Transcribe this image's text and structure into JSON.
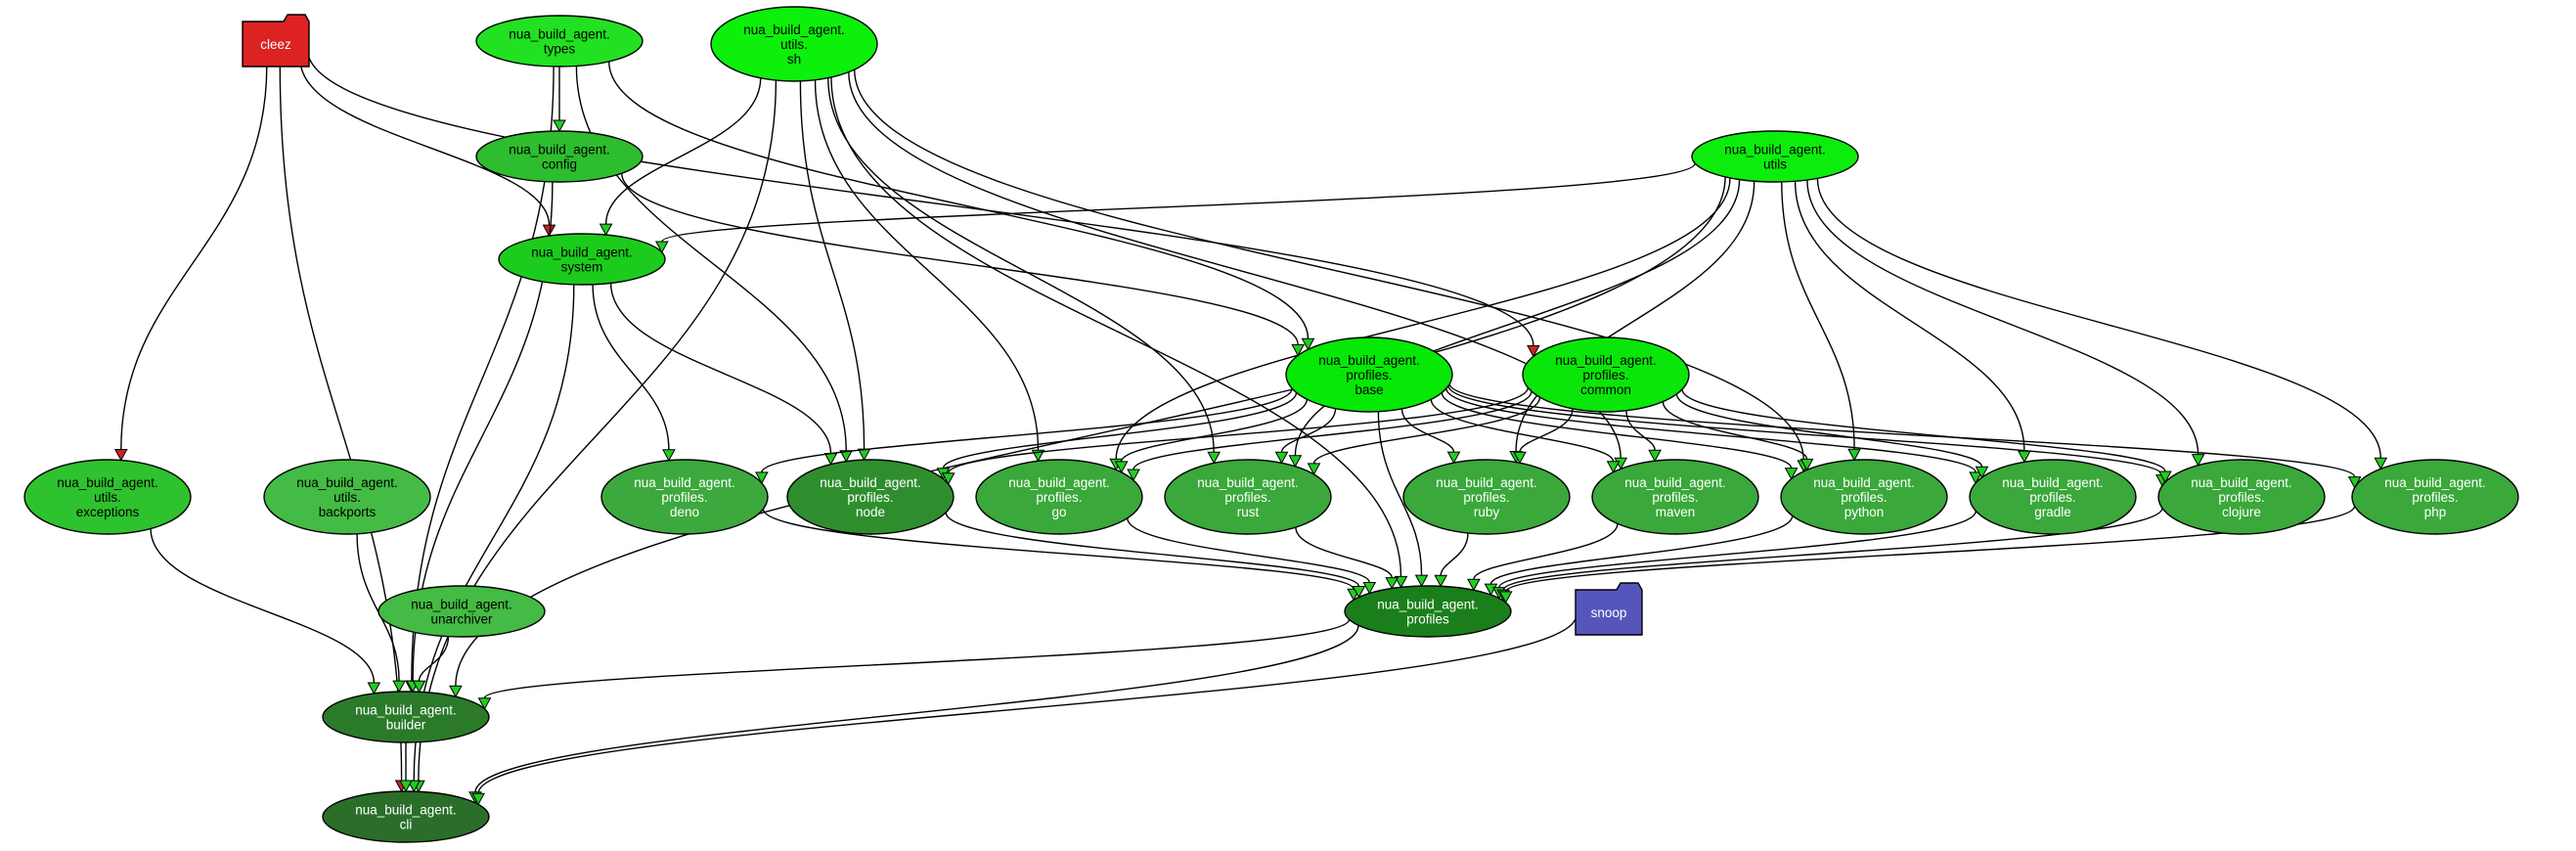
{
  "graph": {
    "colors": {
      "edge": "#000000",
      "arrow_green": "#22cc22",
      "arrow_red": "#cc2222",
      "folder_cleez": "#dd2222",
      "folder_snoop": "#5555bb",
      "text_dark": "#000000",
      "text_light": "#ffffff"
    },
    "nodes": {
      "cleez": {
        "lines": [
          "cleez"
        ],
        "shape": "folder",
        "fill": "#dd2222",
        "text": "light"
      },
      "snoop": {
        "lines": [
          "snoop"
        ],
        "shape": "folder",
        "fill": "#5555bb",
        "text": "light"
      },
      "types": {
        "lines": [
          "nua_build_agent.",
          "types"
        ],
        "shape": "ellipse",
        "fill": "#22e022",
        "text": "dark"
      },
      "utils_sh": {
        "lines": [
          "nua_build_agent.",
          "utils.",
          "sh"
        ],
        "shape": "ellipse",
        "fill": "#0cf00c",
        "text": "dark"
      },
      "config": {
        "lines": [
          "nua_build_agent.",
          "config"
        ],
        "shape": "ellipse",
        "fill": "#2ebd2e",
        "text": "dark"
      },
      "utils": {
        "lines": [
          "nua_build_agent.",
          "utils"
        ],
        "shape": "ellipse",
        "fill": "#0ded0d",
        "text": "dark"
      },
      "system": {
        "lines": [
          "nua_build_agent.",
          "system"
        ],
        "shape": "ellipse",
        "fill": "#1ccc1c",
        "text": "dark"
      },
      "profiles_base": {
        "lines": [
          "nua_build_agent.",
          "profiles.",
          "base"
        ],
        "shape": "ellipse",
        "fill": "#06e806",
        "text": "dark"
      },
      "profiles_common": {
        "lines": [
          "nua_build_agent.",
          "profiles.",
          "common"
        ],
        "shape": "ellipse",
        "fill": "#0ae60a",
        "text": "dark"
      },
      "utils_exceptions": {
        "lines": [
          "nua_build_agent.",
          "utils.",
          "exceptions"
        ],
        "shape": "ellipse",
        "fill": "#2ec22e",
        "text": "dark"
      },
      "utils_backports": {
        "lines": [
          "nua_build_agent.",
          "utils.",
          "backports"
        ],
        "shape": "ellipse",
        "fill": "#44bb44",
        "text": "dark"
      },
      "profiles_deno": {
        "lines": [
          "nua_build_agent.",
          "profiles.",
          "deno"
        ],
        "shape": "ellipse",
        "fill": "#3da83d",
        "text": "light"
      },
      "profiles_node": {
        "lines": [
          "nua_build_agent.",
          "profiles.",
          "node"
        ],
        "shape": "ellipse",
        "fill": "#2e8e2e",
        "text": "light"
      },
      "profiles_go": {
        "lines": [
          "nua_build_agent.",
          "profiles.",
          "go"
        ],
        "shape": "ellipse",
        "fill": "#3aa83a",
        "text": "light"
      },
      "profiles_rust": {
        "lines": [
          "nua_build_agent.",
          "profiles.",
          "rust"
        ],
        "shape": "ellipse",
        "fill": "#3aa83a",
        "text": "light"
      },
      "profiles_ruby": {
        "lines": [
          "nua_build_agent.",
          "profiles.",
          "ruby"
        ],
        "shape": "ellipse",
        "fill": "#3aa83a",
        "text": "light"
      },
      "profiles_maven": {
        "lines": [
          "nua_build_agent.",
          "profiles.",
          "maven"
        ],
        "shape": "ellipse",
        "fill": "#3aa83a",
        "text": "light"
      },
      "profiles_python": {
        "lines": [
          "nua_build_agent.",
          "profiles.",
          "python"
        ],
        "shape": "ellipse",
        "fill": "#3aa83a",
        "text": "light"
      },
      "profiles_gradle": {
        "lines": [
          "nua_build_agent.",
          "profiles.",
          "gradle"
        ],
        "shape": "ellipse",
        "fill": "#3aa83a",
        "text": "light"
      },
      "profiles_clojure": {
        "lines": [
          "nua_build_agent.",
          "profiles.",
          "clojure"
        ],
        "shape": "ellipse",
        "fill": "#3aa83a",
        "text": "light"
      },
      "profiles_php": {
        "lines": [
          "nua_build_agent.",
          "profiles.",
          "php"
        ],
        "shape": "ellipse",
        "fill": "#3aa83a",
        "text": "light"
      },
      "unarchiver": {
        "lines": [
          "nua_build_agent.",
          "unarchiver"
        ],
        "shape": "ellipse",
        "fill": "#44bb44",
        "text": "dark"
      },
      "profiles": {
        "lines": [
          "nua_build_agent.",
          "profiles"
        ],
        "shape": "ellipse",
        "fill": "#1a7f1a",
        "text": "light"
      },
      "builder": {
        "lines": [
          "nua_build_agent.",
          "builder"
        ],
        "shape": "ellipse",
        "fill": "#2a7a2a",
        "text": "light"
      },
      "cli": {
        "lines": [
          "nua_build_agent.",
          "cli"
        ],
        "shape": "ellipse",
        "fill": "#2a6e2a",
        "text": "light"
      }
    },
    "edges": [
      {
        "from": "cleez",
        "to": "system",
        "arrow": "red"
      },
      {
        "from": "cleez",
        "to": "profiles_common",
        "arrow": "red"
      },
      {
        "from": "cleez",
        "to": "utils_exceptions",
        "arrow": "red"
      },
      {
        "from": "cleez",
        "to": "cli",
        "arrow": "red"
      },
      {
        "from": "types",
        "to": "config",
        "arrow": "green"
      },
      {
        "from": "types",
        "to": "profiles_node",
        "arrow": "green"
      },
      {
        "from": "types",
        "to": "profiles_base",
        "arrow": "green"
      },
      {
        "from": "types",
        "to": "builder",
        "arrow": "green"
      },
      {
        "from": "utils_sh",
        "to": "system",
        "arrow": "green"
      },
      {
        "from": "utils_sh",
        "to": "profiles_node",
        "arrow": "green"
      },
      {
        "from": "utils_sh",
        "to": "profiles_go",
        "arrow": "green"
      },
      {
        "from": "utils_sh",
        "to": "profiles_rust",
        "arrow": "green"
      },
      {
        "from": "utils_sh",
        "to": "profiles_maven",
        "arrow": "green"
      },
      {
        "from": "utils_sh",
        "to": "profiles_python",
        "arrow": "green"
      },
      {
        "from": "utils_sh",
        "to": "profiles",
        "arrow": "green"
      },
      {
        "from": "utils_sh",
        "to": "cli",
        "arrow": "green"
      },
      {
        "from": "config",
        "to": "profiles_base",
        "arrow": "green"
      },
      {
        "from": "config",
        "to": "builder",
        "arrow": "green"
      },
      {
        "from": "utils",
        "to": "system",
        "arrow": "green"
      },
      {
        "from": "utils",
        "to": "profiles_go",
        "arrow": "green"
      },
      {
        "from": "utils",
        "to": "profiles_rust",
        "arrow": "green"
      },
      {
        "from": "utils",
        "to": "profiles_ruby",
        "arrow": "green"
      },
      {
        "from": "utils",
        "to": "profiles_python",
        "arrow": "green"
      },
      {
        "from": "utils",
        "to": "profiles_gradle",
        "arrow": "green"
      },
      {
        "from": "utils",
        "to": "profiles_clojure",
        "arrow": "green"
      },
      {
        "from": "utils",
        "to": "profiles_php",
        "arrow": "green"
      },
      {
        "from": "utils",
        "to": "builder",
        "arrow": "green"
      },
      {
        "from": "system",
        "to": "profiles_deno",
        "arrow": "green"
      },
      {
        "from": "system",
        "to": "profiles_node",
        "arrow": "green"
      },
      {
        "from": "system",
        "to": "cli",
        "arrow": "green"
      },
      {
        "from": "profiles_base",
        "to": "profiles_deno",
        "arrow": "green"
      },
      {
        "from": "profiles_base",
        "to": "profiles_node",
        "arrow": "green"
      },
      {
        "from": "profiles_base",
        "to": "profiles_go",
        "arrow": "green"
      },
      {
        "from": "profiles_base",
        "to": "profiles_rust",
        "arrow": "green"
      },
      {
        "from": "profiles_base",
        "to": "profiles_ruby",
        "arrow": "green"
      },
      {
        "from": "profiles_base",
        "to": "profiles_maven",
        "arrow": "green"
      },
      {
        "from": "profiles_base",
        "to": "profiles_python",
        "arrow": "green"
      },
      {
        "from": "profiles_base",
        "to": "profiles_gradle",
        "arrow": "green"
      },
      {
        "from": "profiles_base",
        "to": "profiles_clojure",
        "arrow": "green"
      },
      {
        "from": "profiles_base",
        "to": "profiles_php",
        "arrow": "green"
      },
      {
        "from": "profiles_base",
        "to": "profiles",
        "arrow": "green"
      },
      {
        "from": "profiles_common",
        "to": "profiles_node",
        "arrow": "green"
      },
      {
        "from": "profiles_common",
        "to": "profiles_go",
        "arrow": "green"
      },
      {
        "from": "profiles_common",
        "to": "profiles_rust",
        "arrow": "green"
      },
      {
        "from": "profiles_common",
        "to": "profiles_ruby",
        "arrow": "green"
      },
      {
        "from": "profiles_common",
        "to": "profiles_maven",
        "arrow": "green"
      },
      {
        "from": "profiles_common",
        "to": "profiles_python",
        "arrow": "green"
      },
      {
        "from": "profiles_common",
        "to": "profiles_gradle",
        "arrow": "green"
      },
      {
        "from": "profiles_common",
        "to": "profiles_clojure",
        "arrow": "green"
      },
      {
        "from": "utils_exceptions",
        "to": "builder",
        "arrow": "green"
      },
      {
        "from": "utils_backports",
        "to": "builder",
        "arrow": "green"
      },
      {
        "from": "unarchiver",
        "to": "builder",
        "arrow": "green"
      },
      {
        "from": "profiles_deno",
        "to": "profiles",
        "arrow": "green"
      },
      {
        "from": "profiles_node",
        "to": "profiles",
        "arrow": "green"
      },
      {
        "from": "profiles_go",
        "to": "profiles",
        "arrow": "green"
      },
      {
        "from": "profiles_rust",
        "to": "profiles",
        "arrow": "green"
      },
      {
        "from": "profiles_ruby",
        "to": "profiles",
        "arrow": "green"
      },
      {
        "from": "profiles_maven",
        "to": "profiles",
        "arrow": "green"
      },
      {
        "from": "profiles_python",
        "to": "profiles",
        "arrow": "green"
      },
      {
        "from": "profiles_gradle",
        "to": "profiles",
        "arrow": "green"
      },
      {
        "from": "profiles_clojure",
        "to": "profiles",
        "arrow": "green"
      },
      {
        "from": "profiles_php",
        "to": "profiles",
        "arrow": "green"
      },
      {
        "from": "profiles",
        "to": "builder",
        "arrow": "green"
      },
      {
        "from": "profiles",
        "to": "cli",
        "arrow": "green"
      },
      {
        "from": "builder",
        "to": "cli",
        "arrow": "green"
      },
      {
        "from": "snoop",
        "to": "cli",
        "arrow": "green"
      }
    ]
  }
}
